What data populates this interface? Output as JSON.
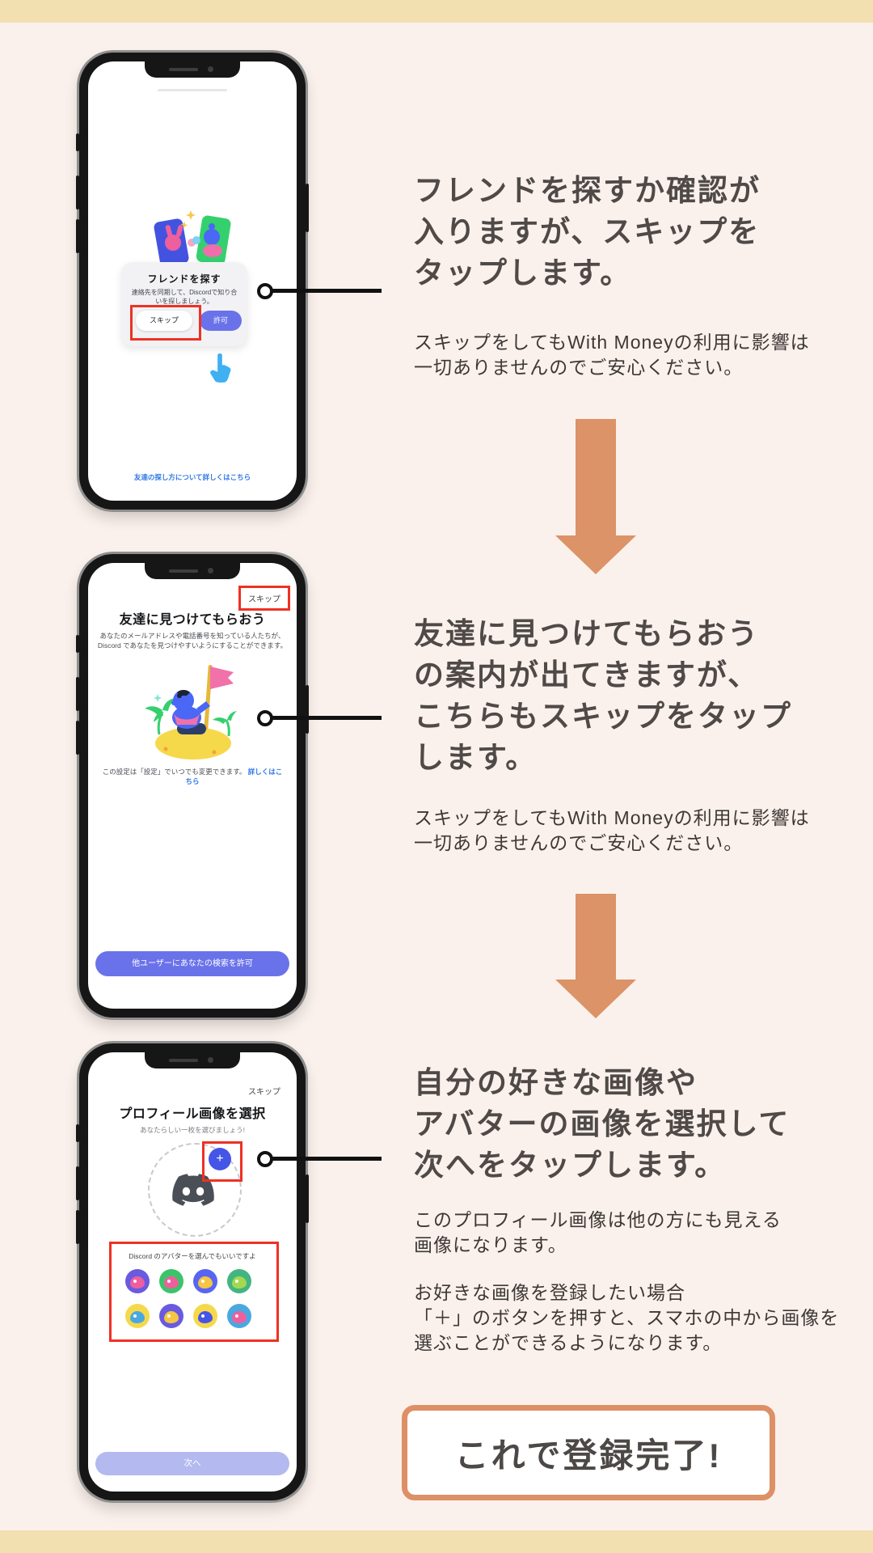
{
  "colors": {
    "page_bg": "#fbf1ec",
    "band_cream": "#f3e0b0",
    "accent_red": "#ee3124",
    "blurple": "#6a72ea",
    "blurple_disabled": "#b4b9f0",
    "arrow_orange": "#db9367",
    "final_box_border_orange": "#dd9066",
    "link_blue": "#2e77e5",
    "hand_blue": "#3fb0f2"
  },
  "phone1": {
    "popup": {
      "title": "フレンドを探す",
      "body": "連絡先を同期して、Discordで知り合\nいを探しましょう。",
      "skip_label": "スキップ",
      "allow_label": "許可"
    },
    "footer_link": "友達の探し方について詳しくはこちら"
  },
  "phone2": {
    "skip_label": "スキップ",
    "title": "友達に見つけてもらおう",
    "body": "あなたのメールアドレスや電話番号を知っている人たちが、\nDiscord であなたを見つけやすいようにすることができます。",
    "caption": "この設定は「設定」でいつでも変更できます。",
    "caption_link": "詳しくはこちら",
    "search_button": "他ユーザーにあなたの検索を許可"
  },
  "phone3": {
    "skip_label": "スキップ",
    "title": "プロフィール画像を選択",
    "subtitle": "あなたらしい一枚を選びましょう!",
    "plus_label": "+",
    "avatar_caption": "Discord のアバターを選んでもいいですよ",
    "next_button": "次へ"
  },
  "sections": [
    {
      "heading": "フレンドを探すか確認が\n入りますが、スキップを\nタップします。",
      "body": "スキップをしてもWith Moneyの利用に影響は\n一切ありませんのでご安心ください。"
    },
    {
      "heading": "友達に見つけてもらおう\nの案内が出てきますが、\nこちらもスキップをタップ\nします。",
      "body": "スキップをしてもWith Moneyの利用に影響は\n一切ありませんのでご安心ください。"
    },
    {
      "heading": "自分の好きな画像や\nアバターの画像を選択して\n次へをタップします。",
      "body1": "このプロフィール画像は他の方にも見える\n画像になります。",
      "body2": "お好きな画像を登録したい場合\n「＋」のボタンを押すと、スマホの中から画像を\n選ぶことができるようになります。"
    }
  ],
  "final_box": {
    "label": "これで登録完了!"
  }
}
